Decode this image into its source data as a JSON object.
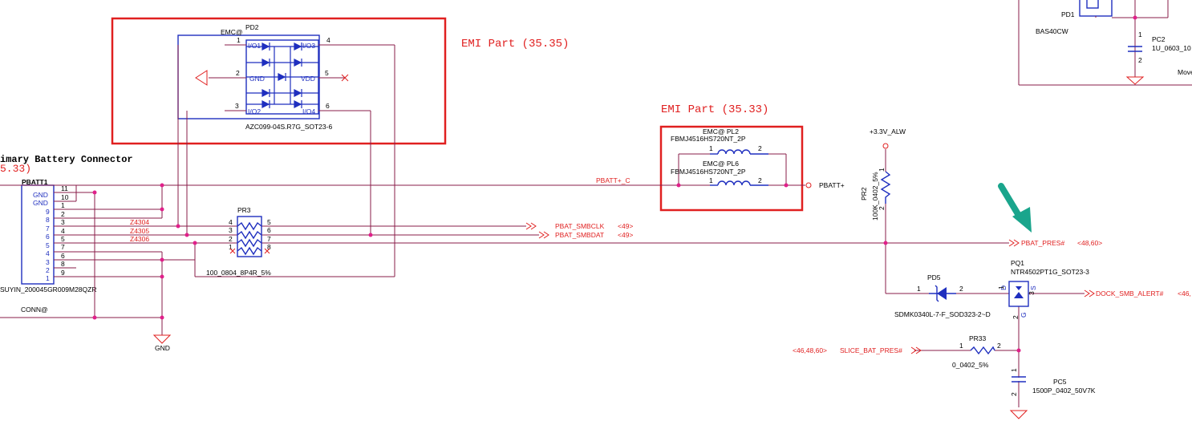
{
  "colors": {
    "wire": "#8a1c4a",
    "part": "#1f2fbf",
    "net": "#e02020",
    "junction": "#e0208a",
    "highlight_box": "#e02020",
    "arrow": "#1aa58c"
  },
  "title": {
    "line1": "imary Battery Connector",
    "line2": "5.33)"
  },
  "emi_labels": {
    "pd2": "EMI Part  (35.35)",
    "pl": "EMI Part  (35.33)"
  },
  "pd2": {
    "refdes": "PD2",
    "option": "EMC@",
    "part": "AZC099-04S.R7G_SOT23-6",
    "pins": {
      "p1": "1",
      "p2": "2",
      "p3": "3",
      "p4": "4",
      "p5": "5",
      "p6": "6"
    },
    "io1": "I/O1",
    "io2": "I/O2",
    "io3": "I/O3",
    "io4": "I/O4",
    "gnd": "GND",
    "vdd": "VDD"
  },
  "pl2": {
    "option_ref": "EMC@ PL2",
    "part": "FBMJ4516HS720NT_2P",
    "p1": "1",
    "p2": "2"
  },
  "pl6": {
    "option_ref": "EMC@ PL6",
    "part": "FBMJ4516HS720NT_2P",
    "p1": "1",
    "p2": "2"
  },
  "pbatt1": {
    "refdes": "PBATT1",
    "part": "SUYIN_200045GR009M28QZR",
    "option": "CONN@",
    "left_labels": [
      "GND",
      "GND",
      "9",
      "8",
      "7",
      "6",
      "5",
      "4",
      "3",
      "2",
      "1"
    ],
    "right_pins": [
      "11",
      "10",
      "1",
      "2",
      "3",
      "4",
      "5",
      "6",
      "7",
      "8",
      "9"
    ]
  },
  "pr3": {
    "refdes": "PR3",
    "part": "100_0804_8P4R_5%",
    "left": [
      "4",
      "3",
      "2",
      "1"
    ],
    "right": [
      "5",
      "6",
      "7",
      "8"
    ]
  },
  "nets": {
    "pbatt_c": "PBATT+_C",
    "pbatt": "PBATT+",
    "z4304": "Z4304",
    "z4305": "Z4305",
    "z4306": "Z4306",
    "smbclk": "PBAT_SMBCLK",
    "smbclk_ref": "<49>",
    "smbdat": "PBAT_SMBDAT",
    "smbdat_ref": "<49>",
    "pres": "PBAT_PRES#",
    "pres_ref": "<48,60>",
    "alw": "+3.3V_ALW",
    "dock": "DOCK_SMB_ALERT#",
    "dock_ref": "<46,",
    "slice": "SLICE_BAT_PRES#",
    "slice_ref": "<46,48,60>",
    "gnd": "GND"
  },
  "pr2": {
    "refdes": "PR2",
    "part": "100K_0402_5%",
    "p1": "1",
    "p2": "2"
  },
  "pd5": {
    "refdes": "PD5",
    "part": "SDMK0340L-7-F_SOD323-2~D",
    "p1": "1",
    "p2": "2"
  },
  "pq1": {
    "refdes": "PQ1",
    "part": "NTR4502PT1G_SOT23-3",
    "d": "D",
    "s": "S",
    "g": "G",
    "p1": "1",
    "p2": "2",
    "p3": "3"
  },
  "pr33": {
    "refdes": "PR33",
    "part": "0_0402_5%",
    "p1": "1",
    "p2": "2"
  },
  "pc5": {
    "refdes": "PC5",
    "part": "1500P_0402_50V7K",
    "p1": "1",
    "p2": "2"
  },
  "pd1": {
    "refdes": "PD1",
    "part": "BAS40CW"
  },
  "pc2": {
    "refdes": "PC2",
    "part": "1U_0603_10",
    "p1": "1",
    "p2": "2",
    "note": "Move"
  }
}
